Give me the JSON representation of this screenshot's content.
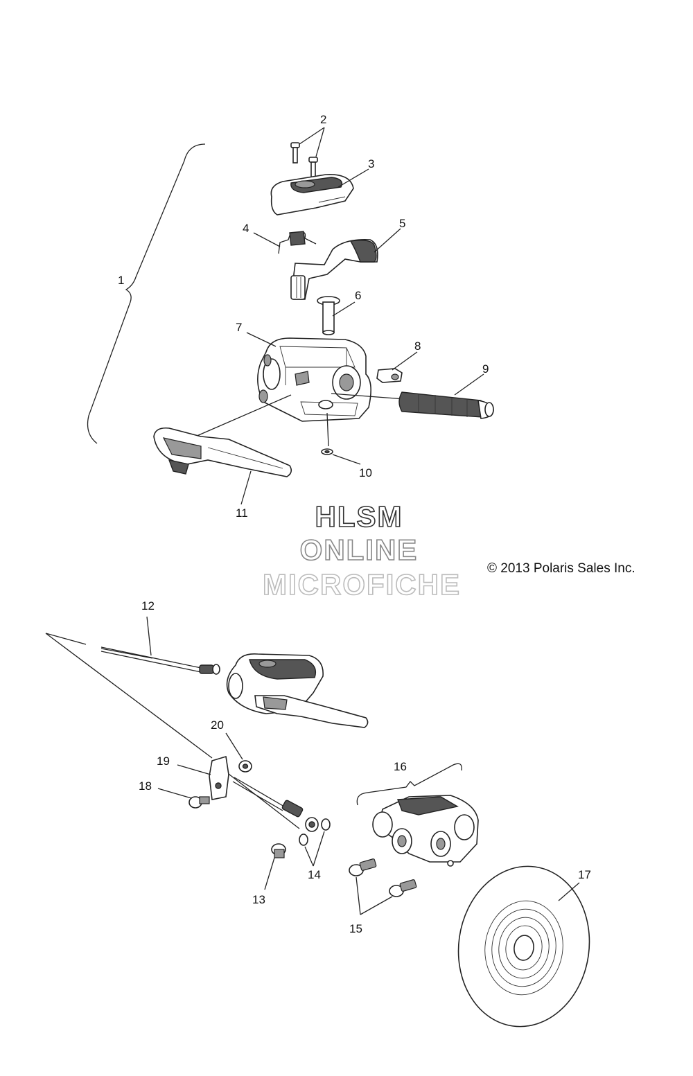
{
  "diagram": {
    "callouts": [
      {
        "id": "1",
        "label": "1"
      },
      {
        "id": "2",
        "label": "2"
      },
      {
        "id": "3",
        "label": "3"
      },
      {
        "id": "4",
        "label": "4"
      },
      {
        "id": "5",
        "label": "5"
      },
      {
        "id": "6",
        "label": "6"
      },
      {
        "id": "7",
        "label": "7"
      },
      {
        "id": "8",
        "label": "8"
      },
      {
        "id": "9",
        "label": "9"
      },
      {
        "id": "10",
        "label": "10"
      },
      {
        "id": "11",
        "label": "11"
      },
      {
        "id": "12",
        "label": "12"
      },
      {
        "id": "13",
        "label": "13"
      },
      {
        "id": "14",
        "label": "14"
      },
      {
        "id": "15",
        "label": "15"
      },
      {
        "id": "16",
        "label": "16"
      },
      {
        "id": "17",
        "label": "17"
      },
      {
        "id": "18",
        "label": "18"
      },
      {
        "id": "19",
        "label": "19"
      },
      {
        "id": "20",
        "label": "20"
      }
    ],
    "watermark": {
      "line1": "HLSM",
      "line2": "ONLINE",
      "line3": "MICROFICHE"
    },
    "copyright": "© 2013 Polaris Sales Inc."
  }
}
